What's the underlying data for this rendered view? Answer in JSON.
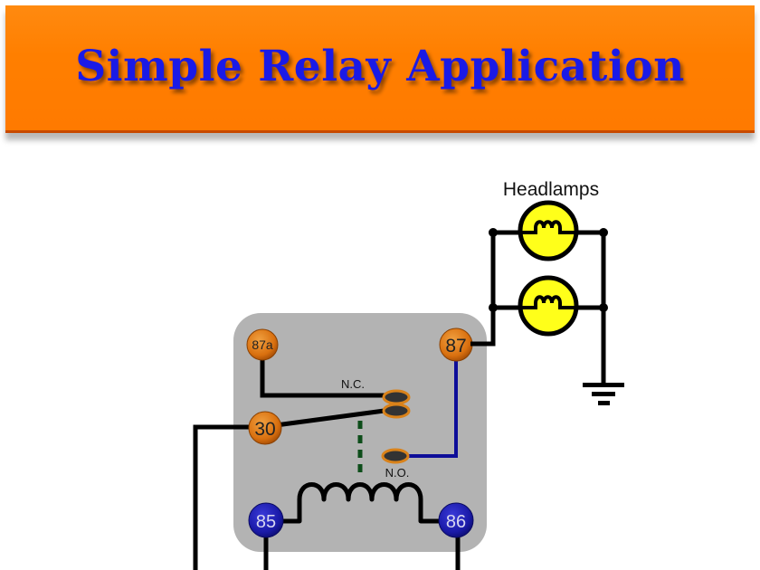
{
  "title": "Simple Relay Application",
  "diagram": {
    "load_label": "Headlamps",
    "contact_labels": {
      "nc": "N.C.",
      "no": "N.O."
    },
    "terminals": {
      "t87a": "87a",
      "t87": "87",
      "t30": "30",
      "t85": "85",
      "t86": "86"
    },
    "colors": {
      "banner": "#ff7f00",
      "title": "#1a1ae6",
      "relay_body": "#b3b3b3",
      "switch_terminal": "#d9700f",
      "coil_terminal": "#1a1aa8",
      "lamp": "#ffff1a",
      "no_wire": "#0d0d99",
      "armature_link": "#0d4d1a"
    }
  }
}
